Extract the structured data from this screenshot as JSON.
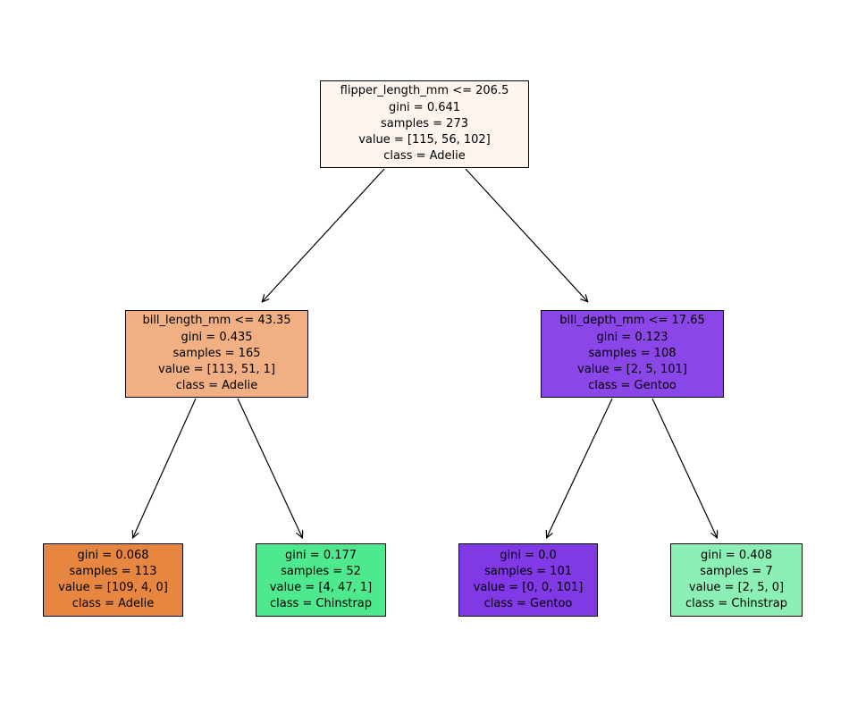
{
  "figure": {
    "background_color": "#ffffff",
    "edge_color": "#000000",
    "node_border_color": "#000000"
  },
  "tree": {
    "type": "decision-tree",
    "nodes": [
      {
        "id": "root",
        "color": "#fdf4ee",
        "lines": [
          "flipper_length_mm <= 206.5",
          "gini = 0.641",
          "samples = 273",
          "value = [115, 56, 102]",
          "class = Adelie"
        ]
      },
      {
        "id": "internal-left",
        "color": "#f0b084",
        "lines": [
          "bill_length_mm <= 43.35",
          "gini = 0.435",
          "samples = 165",
          "value = [113, 51, 1]",
          "class = Adelie"
        ]
      },
      {
        "id": "internal-right",
        "color": "#8a46e7",
        "lines": [
          "bill_depth_mm <= 17.65",
          "gini = 0.123",
          "samples = 108",
          "value = [2, 5, 101]",
          "class = Gentoo"
        ]
      },
      {
        "id": "leaf-1",
        "color": "#e68640",
        "lines": [
          "gini = 0.068",
          "samples = 113",
          "value = [109, 4, 0]",
          "class = Adelie"
        ]
      },
      {
        "id": "leaf-2",
        "color": "#4ee88e",
        "lines": [
          "gini = 0.177",
          "samples = 52",
          "value = [4, 47, 1]",
          "class = Chinstrap"
        ]
      },
      {
        "id": "leaf-3",
        "color": "#8139e5",
        "lines": [
          "gini = 0.0",
          "samples = 101",
          "value = [0, 0, 101]",
          "class = Gentoo"
        ]
      },
      {
        "id": "leaf-4",
        "color": "#8cefb5",
        "lines": [
          "gini = 0.408",
          "samples = 7",
          "value = [2, 5, 0]",
          "class = Chinstrap"
        ]
      }
    ]
  }
}
